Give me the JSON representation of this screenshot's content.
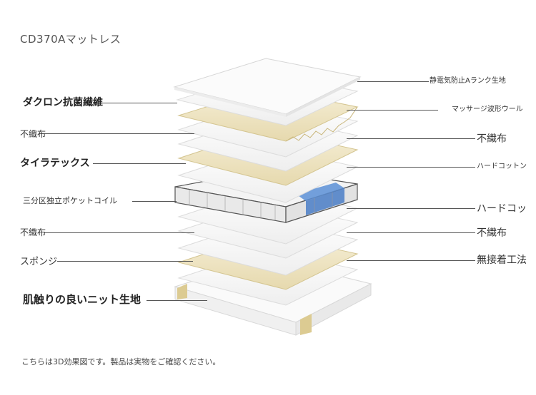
{
  "title": "CD370Aマットレス",
  "footnote": "こちらは3D効果図です。製品は実物をご確認ください。",
  "left_labels": [
    "ダクロン抗菌繊維",
    "不織布",
    "タイラテックス",
    "三分区独立ポケットコイル",
    "不織布",
    "スポンジ",
    "肌触りの良いニット生地"
  ],
  "right_labels": [
    "静電気防止Aランク生地",
    "マッサージ波形ウール",
    "不織布",
    "ハードコットン",
    "ハードコッ",
    "不織布",
    "無接着工法"
  ],
  "colors": {
    "layer_white": "#f7f7f7",
    "layer_cream": "#efe6c7",
    "layer_edge": "#d9d9d9",
    "spring_blue": "#5b8fd6",
    "frame_gold": "#dccb92"
  }
}
